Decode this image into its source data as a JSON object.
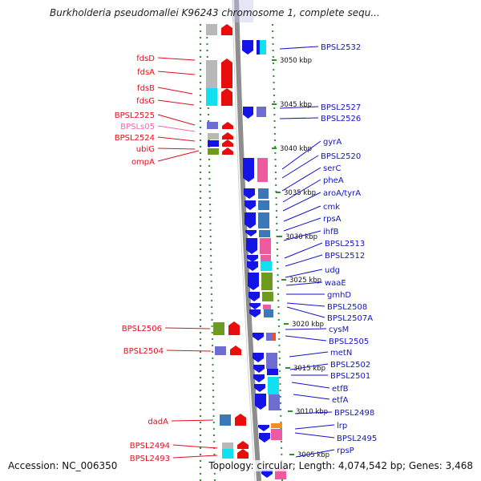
{
  "title": "Burkholderia pseudomallei K96243 chromosome 1, complete sequ...",
  "footer": {
    "accession": "Accession: NC_006350",
    "summary": "Topology: circular; Length: 4,074,542 bp; Genes: 3,468"
  },
  "colors": {
    "left_label": "#e0101c",
    "left_label_faded": "#f06aa8",
    "right_label": "#1212c8",
    "backbone": "#8e8e8e",
    "track_dots": "#2f8f2f",
    "blue": "#1414e6",
    "red": "#e80c0c",
    "cyan": "#10e0f0",
    "pink": "#ee5aa0",
    "olive": "#6e9a22",
    "steel": "#3a78b8",
    "slate": "#6e6ed2",
    "gray": "#b8b8b8"
  },
  "scale_ticks": [
    "3050 kbp",
    "3045 kbp",
    "3040 kbp",
    "3035 kbp",
    "3030 kbp",
    "3025 kbp",
    "3020 kbp",
    "3015 kbp",
    "3010 kbp",
    "3005 kbp"
  ],
  "left_genes": [
    "fdsD",
    "fdsA",
    "fdsB",
    "fdsG",
    "BPSL2525",
    "BPSLs05",
    "BPSL2524",
    "ubiG",
    "ompA",
    "BPSL2506",
    "BPSL2504",
    "dadA",
    "BPSL2494",
    "BPSL2493"
  ],
  "right_genes": [
    "BPSL2532",
    "BPSL2527",
    "BPSL2526",
    "gyrA",
    "BPSL2520",
    "serC",
    "pheA",
    "aroA/tyrA",
    "cmk",
    "rpsA",
    "ihfB",
    "BPSL2513",
    "BPSL2512",
    "udg",
    "waaE",
    "gmhD",
    "BPSL2508",
    "BPSL2507A",
    "cysM",
    "BPSL2505",
    "metN",
    "BPSL2502",
    "BPSL2501",
    "etfB",
    "etfA",
    "BPSL2498",
    "lrp",
    "BPSL2495",
    "rpsP"
  ]
}
